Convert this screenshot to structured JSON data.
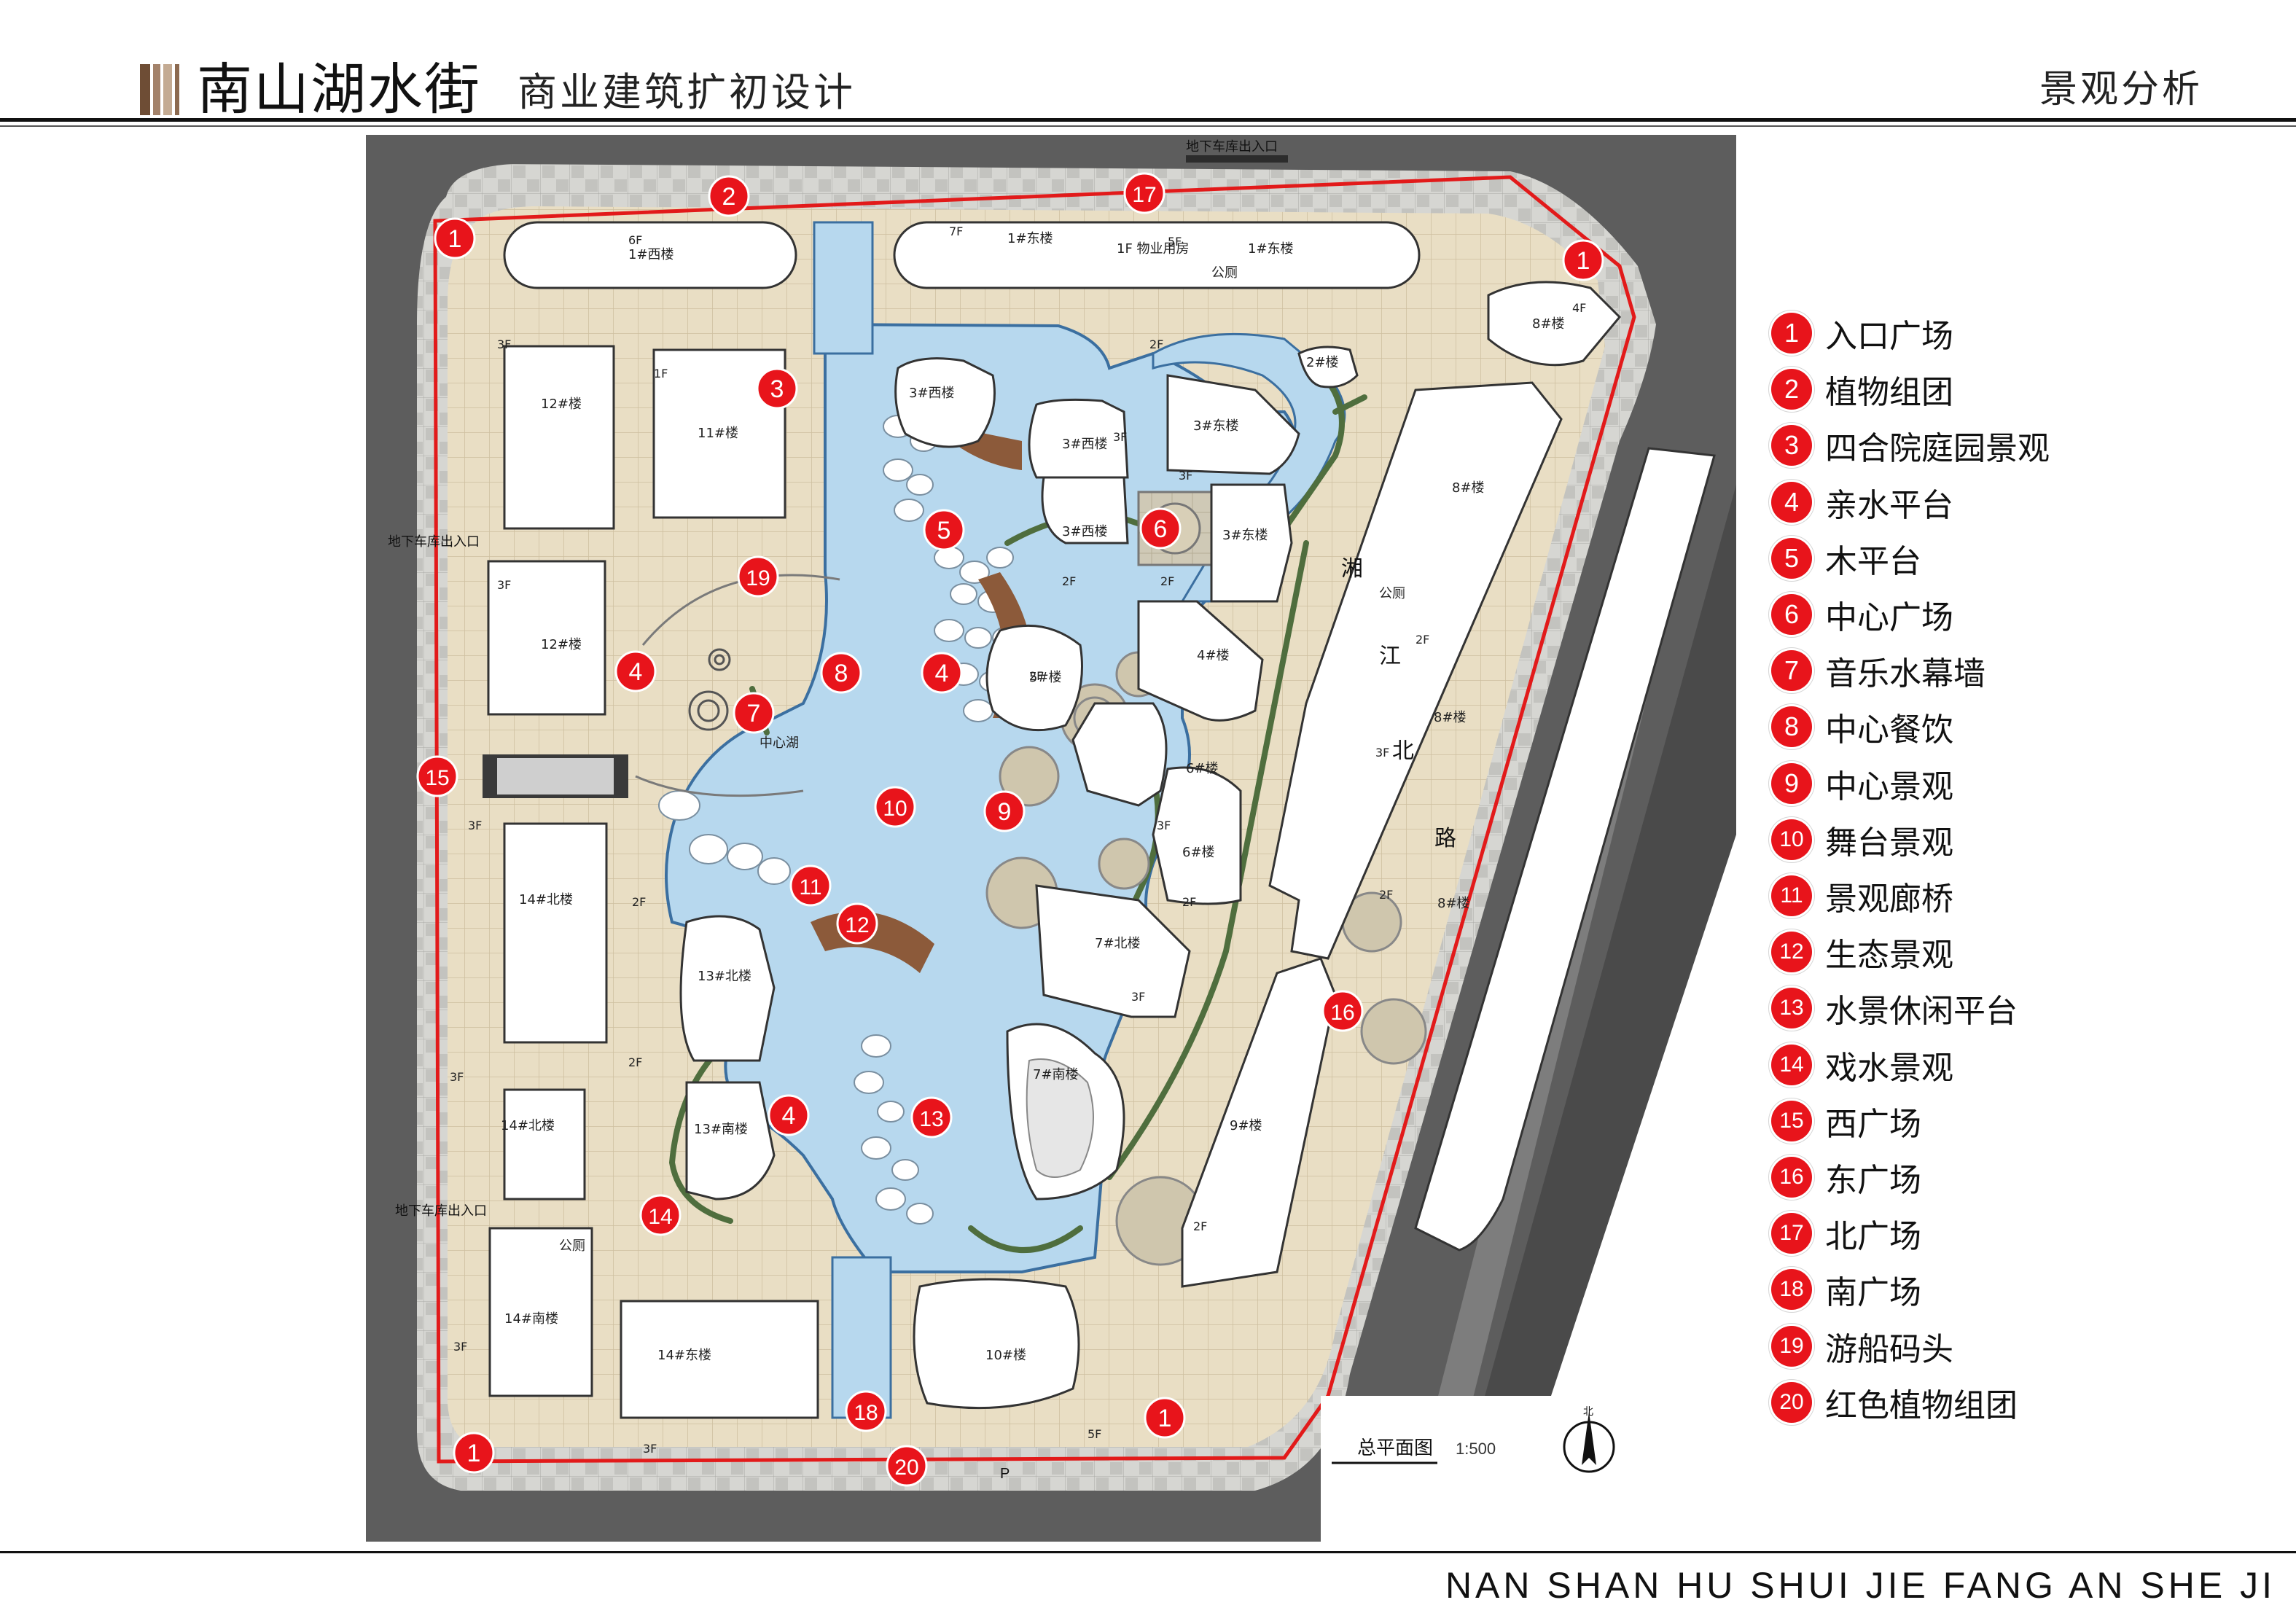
{
  "header": {
    "title": "南山湖水街",
    "subtitle": "商业建筑扩初设计",
    "section": "景观分析"
  },
  "plan": {
    "caption": "总平面图",
    "scale": "1:500",
    "north": "北",
    "road_chars": [
      "湘",
      "江",
      "北",
      "路"
    ],
    "lake_label": "中心湖",
    "top_entrance": "地下车库出入口",
    "west_entrance_1": "地下车库出入口",
    "west_entrance_2": "地下车库出入口",
    "parking_symbol": "P",
    "buildings": [
      {
        "label": "1#西楼",
        "floors": "6F"
      },
      {
        "label": "1#东楼",
        "floors": "7F"
      },
      {
        "label": "1F 物业用房"
      },
      {
        "label": "1#东楼",
        "floors": "5F"
      },
      {
        "label": "公厕"
      },
      {
        "label": "8#楼",
        "floors": "4F"
      },
      {
        "label": "12#楼",
        "floors": "3F"
      },
      {
        "label": "11#楼",
        "floors": "1F"
      },
      {
        "label": "3#西楼"
      },
      {
        "label": "3#西楼",
        "floors": "3F"
      },
      {
        "label": "3#东楼",
        "floors": "2F"
      },
      {
        "label": "2#楼"
      },
      {
        "label": "3#西楼",
        "floors": "2F"
      },
      {
        "label": "3#东楼",
        "floors": "3F"
      },
      {
        "label": "8#楼",
        "floors": "2F"
      },
      {
        "label": "公厕"
      },
      {
        "label": "12#楼",
        "floors": "3F"
      },
      {
        "label": "4#楼",
        "floors": "2F"
      },
      {
        "label": "5#楼",
        "floors": "2F"
      },
      {
        "label": "6#楼",
        "floors": "3F"
      },
      {
        "label": "6#楼",
        "floors": "2F"
      },
      {
        "label": "8#楼",
        "floors": "3F"
      },
      {
        "label": "14#北楼",
        "floors": "3F"
      },
      {
        "label": "13#北楼",
        "floors": "2F"
      },
      {
        "label": "7#北楼",
        "floors": "3F"
      },
      {
        "label": "8#楼",
        "floors": "2F"
      },
      {
        "label": "7#南楼"
      },
      {
        "label": "14#北楼",
        "floors": "3F"
      },
      {
        "label": "13#南楼",
        "floors": "2F"
      },
      {
        "label": "9#楼",
        "floors": "2F"
      },
      {
        "label": "14#南楼",
        "floors": "3F"
      },
      {
        "label": "公厕"
      },
      {
        "label": "14#东楼",
        "floors": "3F"
      },
      {
        "label": "10#楼",
        "floors": "5F"
      }
    ],
    "markers": [
      "1",
      "2",
      "17",
      "1",
      "3",
      "5",
      "6",
      "19",
      "4",
      "4",
      "7",
      "8",
      "15",
      "10",
      "9",
      "11",
      "12",
      "16",
      "4",
      "13",
      "14",
      "18",
      "1",
      "1",
      "20"
    ]
  },
  "legend": [
    {
      "num": "1",
      "label": "入口广场"
    },
    {
      "num": "2",
      "label": "植物组团"
    },
    {
      "num": "3",
      "label": "四合院庭园景观"
    },
    {
      "num": "4",
      "label": "亲水平台"
    },
    {
      "num": "5",
      "label": "木平台"
    },
    {
      "num": "6",
      "label": "中心广场"
    },
    {
      "num": "7",
      "label": "音乐水幕墙"
    },
    {
      "num": "8",
      "label": "中心餐饮"
    },
    {
      "num": "9",
      "label": "中心景观"
    },
    {
      "num": "10",
      "label": "舞台景观"
    },
    {
      "num": "11",
      "label": "景观廊桥"
    },
    {
      "num": "12",
      "label": "生态景观"
    },
    {
      "num": "13",
      "label": "水景休闲平台"
    },
    {
      "num": "14",
      "label": "戏水景观"
    },
    {
      "num": "15",
      "label": "西广场"
    },
    {
      "num": "16",
      "label": "东广场"
    },
    {
      "num": "17",
      "label": "北广场"
    },
    {
      "num": "18",
      "label": "南广场"
    },
    {
      "num": "19",
      "label": "游船码头"
    },
    {
      "num": "20",
      "label": "红色植物组团"
    }
  ],
  "footer": "NAN SHAN HU SHUI JIE FANG AN SHE JI",
  "colors": {
    "marker": "#e8141b",
    "water": "#b7d8ee",
    "paving": "#e8dcc0",
    "road": "#5d5d5d",
    "boundary": "#e21a1a",
    "green": "#5b7a4a",
    "title_bar": "#7a5a3c"
  }
}
